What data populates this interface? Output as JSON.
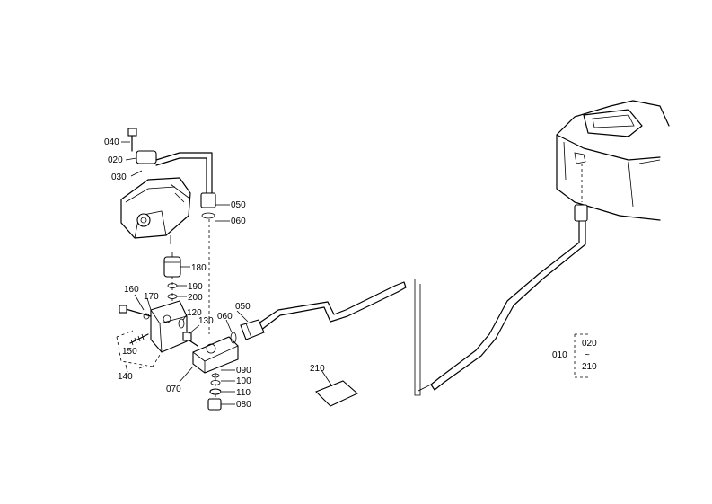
{
  "labels": {
    "p040": "040",
    "p020": "020",
    "p030": "030",
    "p050a": "050",
    "p060a": "060",
    "p180": "180",
    "p190": "190",
    "p200": "200",
    "p160": "160",
    "p170": "170",
    "p120": "120",
    "p130": "130",
    "p060b": "060",
    "p050b": "050",
    "p150": "150",
    "p140": "140",
    "p070": "070",
    "p090": "090",
    "p100": "100",
    "p110": "110",
    "p080": "080",
    "p210": "210"
  },
  "legend": {
    "main": "010",
    "sub1": "020",
    "tilde": "~",
    "sub2": "210"
  }
}
